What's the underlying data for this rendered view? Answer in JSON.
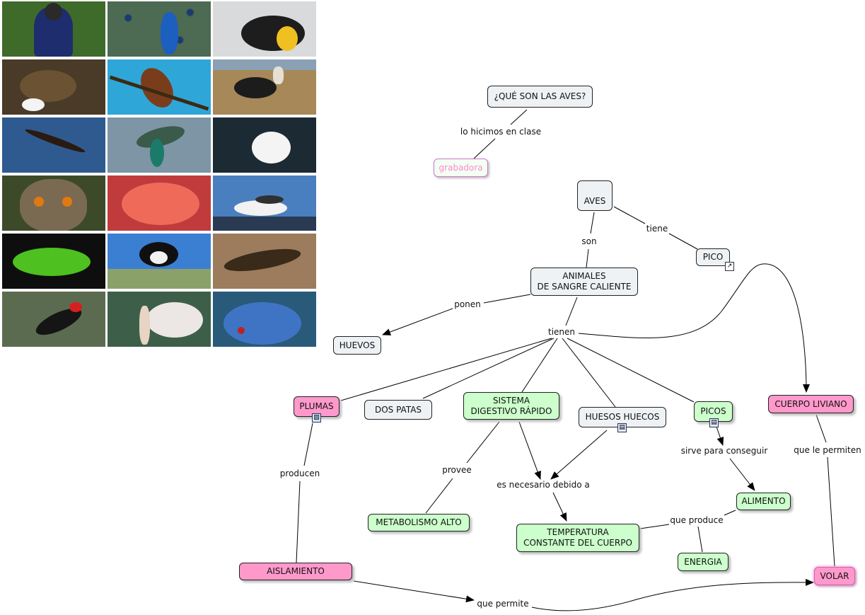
{
  "photos": [
    {
      "icon": "cassowary-photo",
      "bg": "#3f6b2a"
    },
    {
      "icon": "peacock-photo",
      "bg": "#4d6a52"
    },
    {
      "icon": "penguin-photo",
      "bg": "#d8dadc"
    },
    {
      "icon": "kiwi-photo",
      "bg": "#4a3a28"
    },
    {
      "icon": "bee-eater-photo",
      "bg": "#2fa6d8"
    },
    {
      "icon": "ostrich-photo",
      "bg": "#a78859"
    },
    {
      "icon": "eagle-photo",
      "bg": "#2e5a90"
    },
    {
      "icon": "hummingbird-photo",
      "bg": "#7d95a4"
    },
    {
      "icon": "swan-photo",
      "bg": "#1b2a33"
    },
    {
      "icon": "owl-photo",
      "bg": "#3d4a2a"
    },
    {
      "icon": "flamingo-photo",
      "bg": "#c03b3b"
    },
    {
      "icon": "seagull-photo",
      "bg": "#4a7fbf"
    },
    {
      "icon": "parrot-photo",
      "bg": "#0e0e0e"
    },
    {
      "icon": "magpie-photo",
      "bg": "#3b7fd3"
    },
    {
      "icon": "roadrunner-photo",
      "bg": "#9c7c5c"
    },
    {
      "icon": "woodpecker-photo",
      "bg": "#5b6b4f"
    },
    {
      "icon": "pelican-photo",
      "bg": "#3d5f4a"
    },
    {
      "icon": "crowned-pigeon-photo",
      "bg": "#2a5a7a"
    }
  ],
  "nodes": {
    "que_son": "¿QUÉ SON LAS AVES?",
    "grabadora": "grabadora",
    "aves": "AVES",
    "pico": "PICO",
    "animales": "ANIMALES\nDE SANGRE CALIENTE",
    "huevos": "HUEVOS",
    "plumas": "PLUMAS",
    "dos_patas": "DOS   PATAS",
    "sistema": "SISTEMA\nDIGESTIVO RÁPIDO",
    "huesos": "HUESOS HUECOS",
    "picos": "PICOS",
    "cuerpo": "CUERPO LIVIANO",
    "alimento": "ALIMENTO",
    "metabolismo": "METABOLISMO ALTO",
    "temperatura": "TEMPERATURA\nCONSTANTE DEL CUERPO",
    "energia": "ENERGIA",
    "aislamiento": "AISLAMIENTO",
    "volar": "VOLAR"
  },
  "links": {
    "hicimos": "lo hicimos en clase",
    "son": "son",
    "tiene": "tiene",
    "ponen": "ponen",
    "tienen": "tienen",
    "producen": "producen",
    "provee": "provee",
    "necesario": "es necesario debido a",
    "sirve": "sirve para conseguir",
    "que_produce": "que produce",
    "que_le_permiten": "que le permiten",
    "que_permite": "que permite"
  },
  "colors": {
    "gray_node": "#eef2f5",
    "green_node": "#ccffcc",
    "pink_node": "#ff99cc",
    "line": "#000000"
  }
}
